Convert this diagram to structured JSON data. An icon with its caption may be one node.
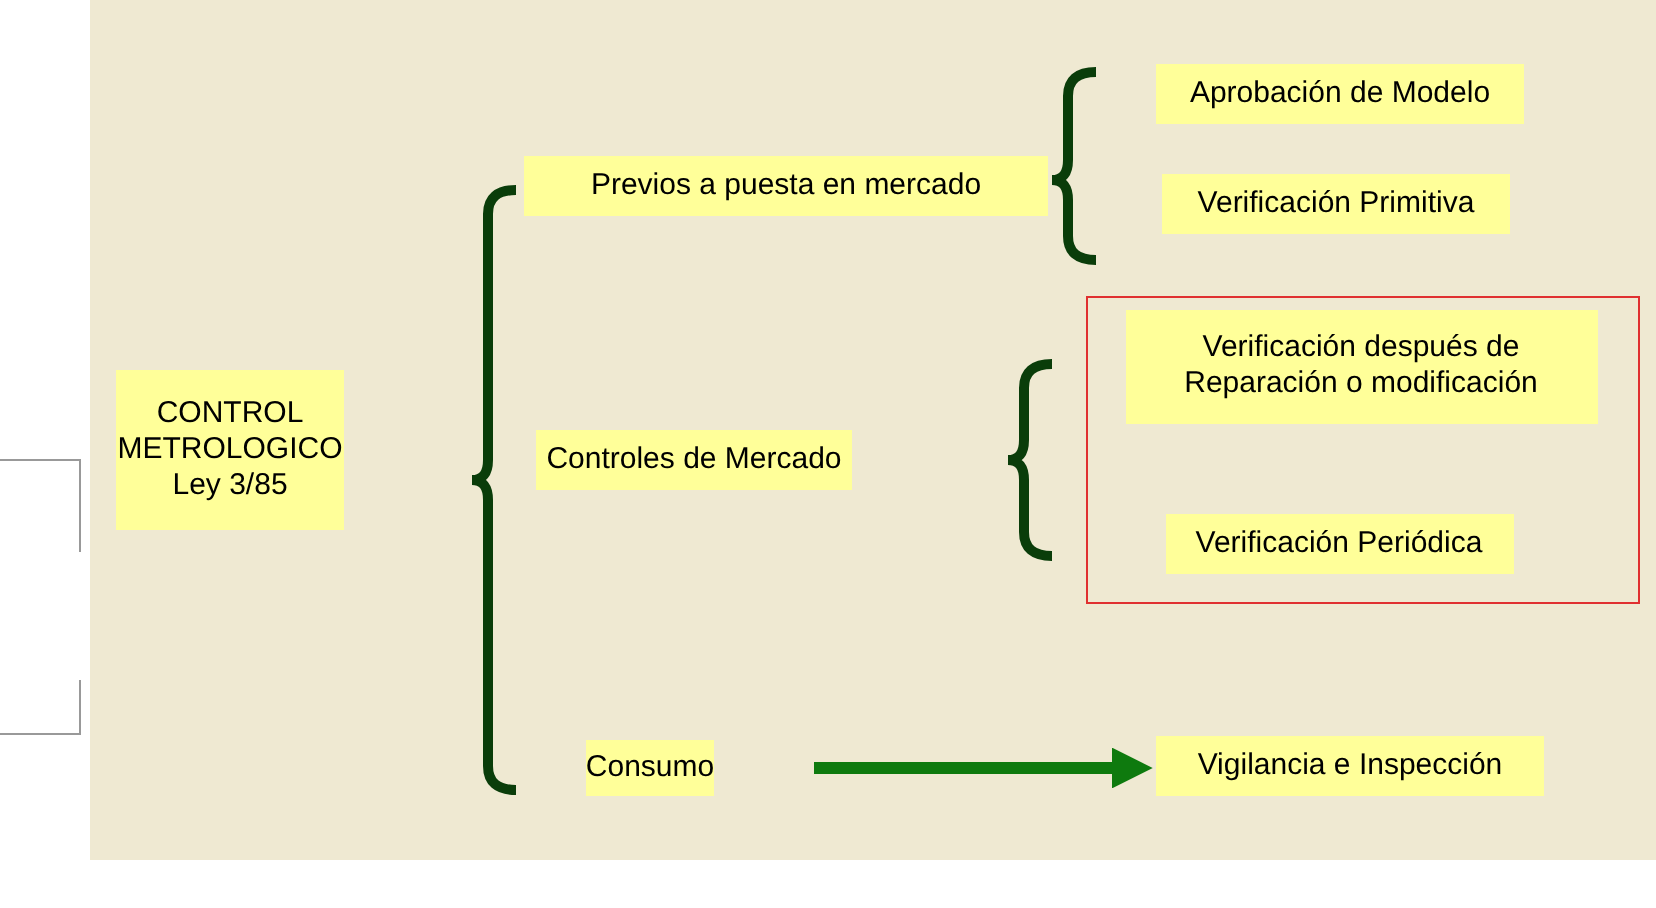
{
  "diagram": {
    "nodes": [
      {
        "text": [
          "CONTROL METROLOGICO Ley 3/85"
        ]
      },
      {
        "text": [
          "Previos a puesta en mercado"
        ]
      },
      {
        "text": [
          "Controles de Mercado"
        ]
      },
      {
        "text": [
          "Consumo"
        ]
      },
      {
        "text": [
          "Aprobación de Modelo"
        ]
      },
      {
        "text": [
          "Verificación Primitiva"
        ]
      },
      {
        "text": [],
        "shape": "box"
      },
      {
        "text": [
          "Verificación después de Reparación o modificación"
        ],
        "in": 6
      },
      {
        "text": [
          "Verificación Periódica"
        ],
        "in": 6
      },
      {
        "text": [
          "Vigilancia e Inspección"
        ]
      }
    ],
    "edges": [
      {
        "from": 3,
        "to": 9,
        "arrow": "to"
      }
    ]
  }
}
